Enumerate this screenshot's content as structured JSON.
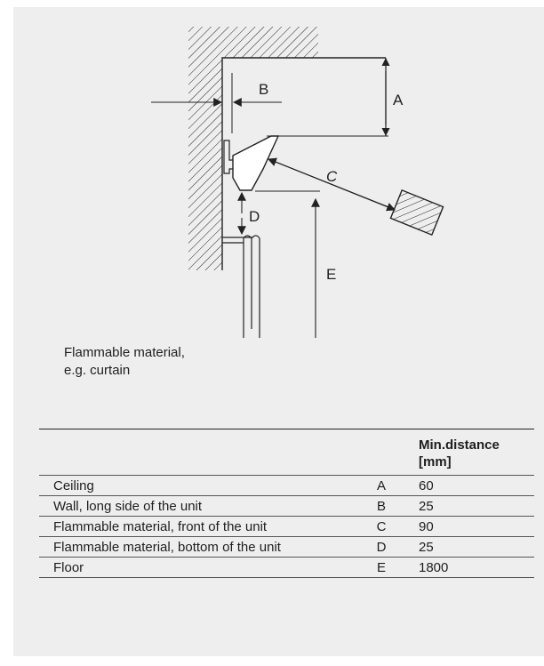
{
  "diagram": {
    "labels": {
      "a": "A",
      "b": "B",
      "c": "C",
      "d": "D",
      "e": "E"
    }
  },
  "caption": {
    "line1": "Flammable material,",
    "line2": "e.g. curtain"
  },
  "table": {
    "headers": {
      "item": "",
      "letter": "",
      "min": "Min.distance",
      "unit": "[mm]"
    },
    "rows": [
      {
        "item": "Ceiling",
        "letter": "A",
        "value": "60"
      },
      {
        "item": "Wall, long side of the unit",
        "letter": "B",
        "value": "25"
      },
      {
        "item": "Flammable material, front of the unit",
        "letter": "C",
        "value": "90"
      },
      {
        "item": "Flammable material, bottom of the unit",
        "letter": "D",
        "value": "25"
      },
      {
        "item": "Floor",
        "letter": "E",
        "value": "1800"
      }
    ]
  }
}
